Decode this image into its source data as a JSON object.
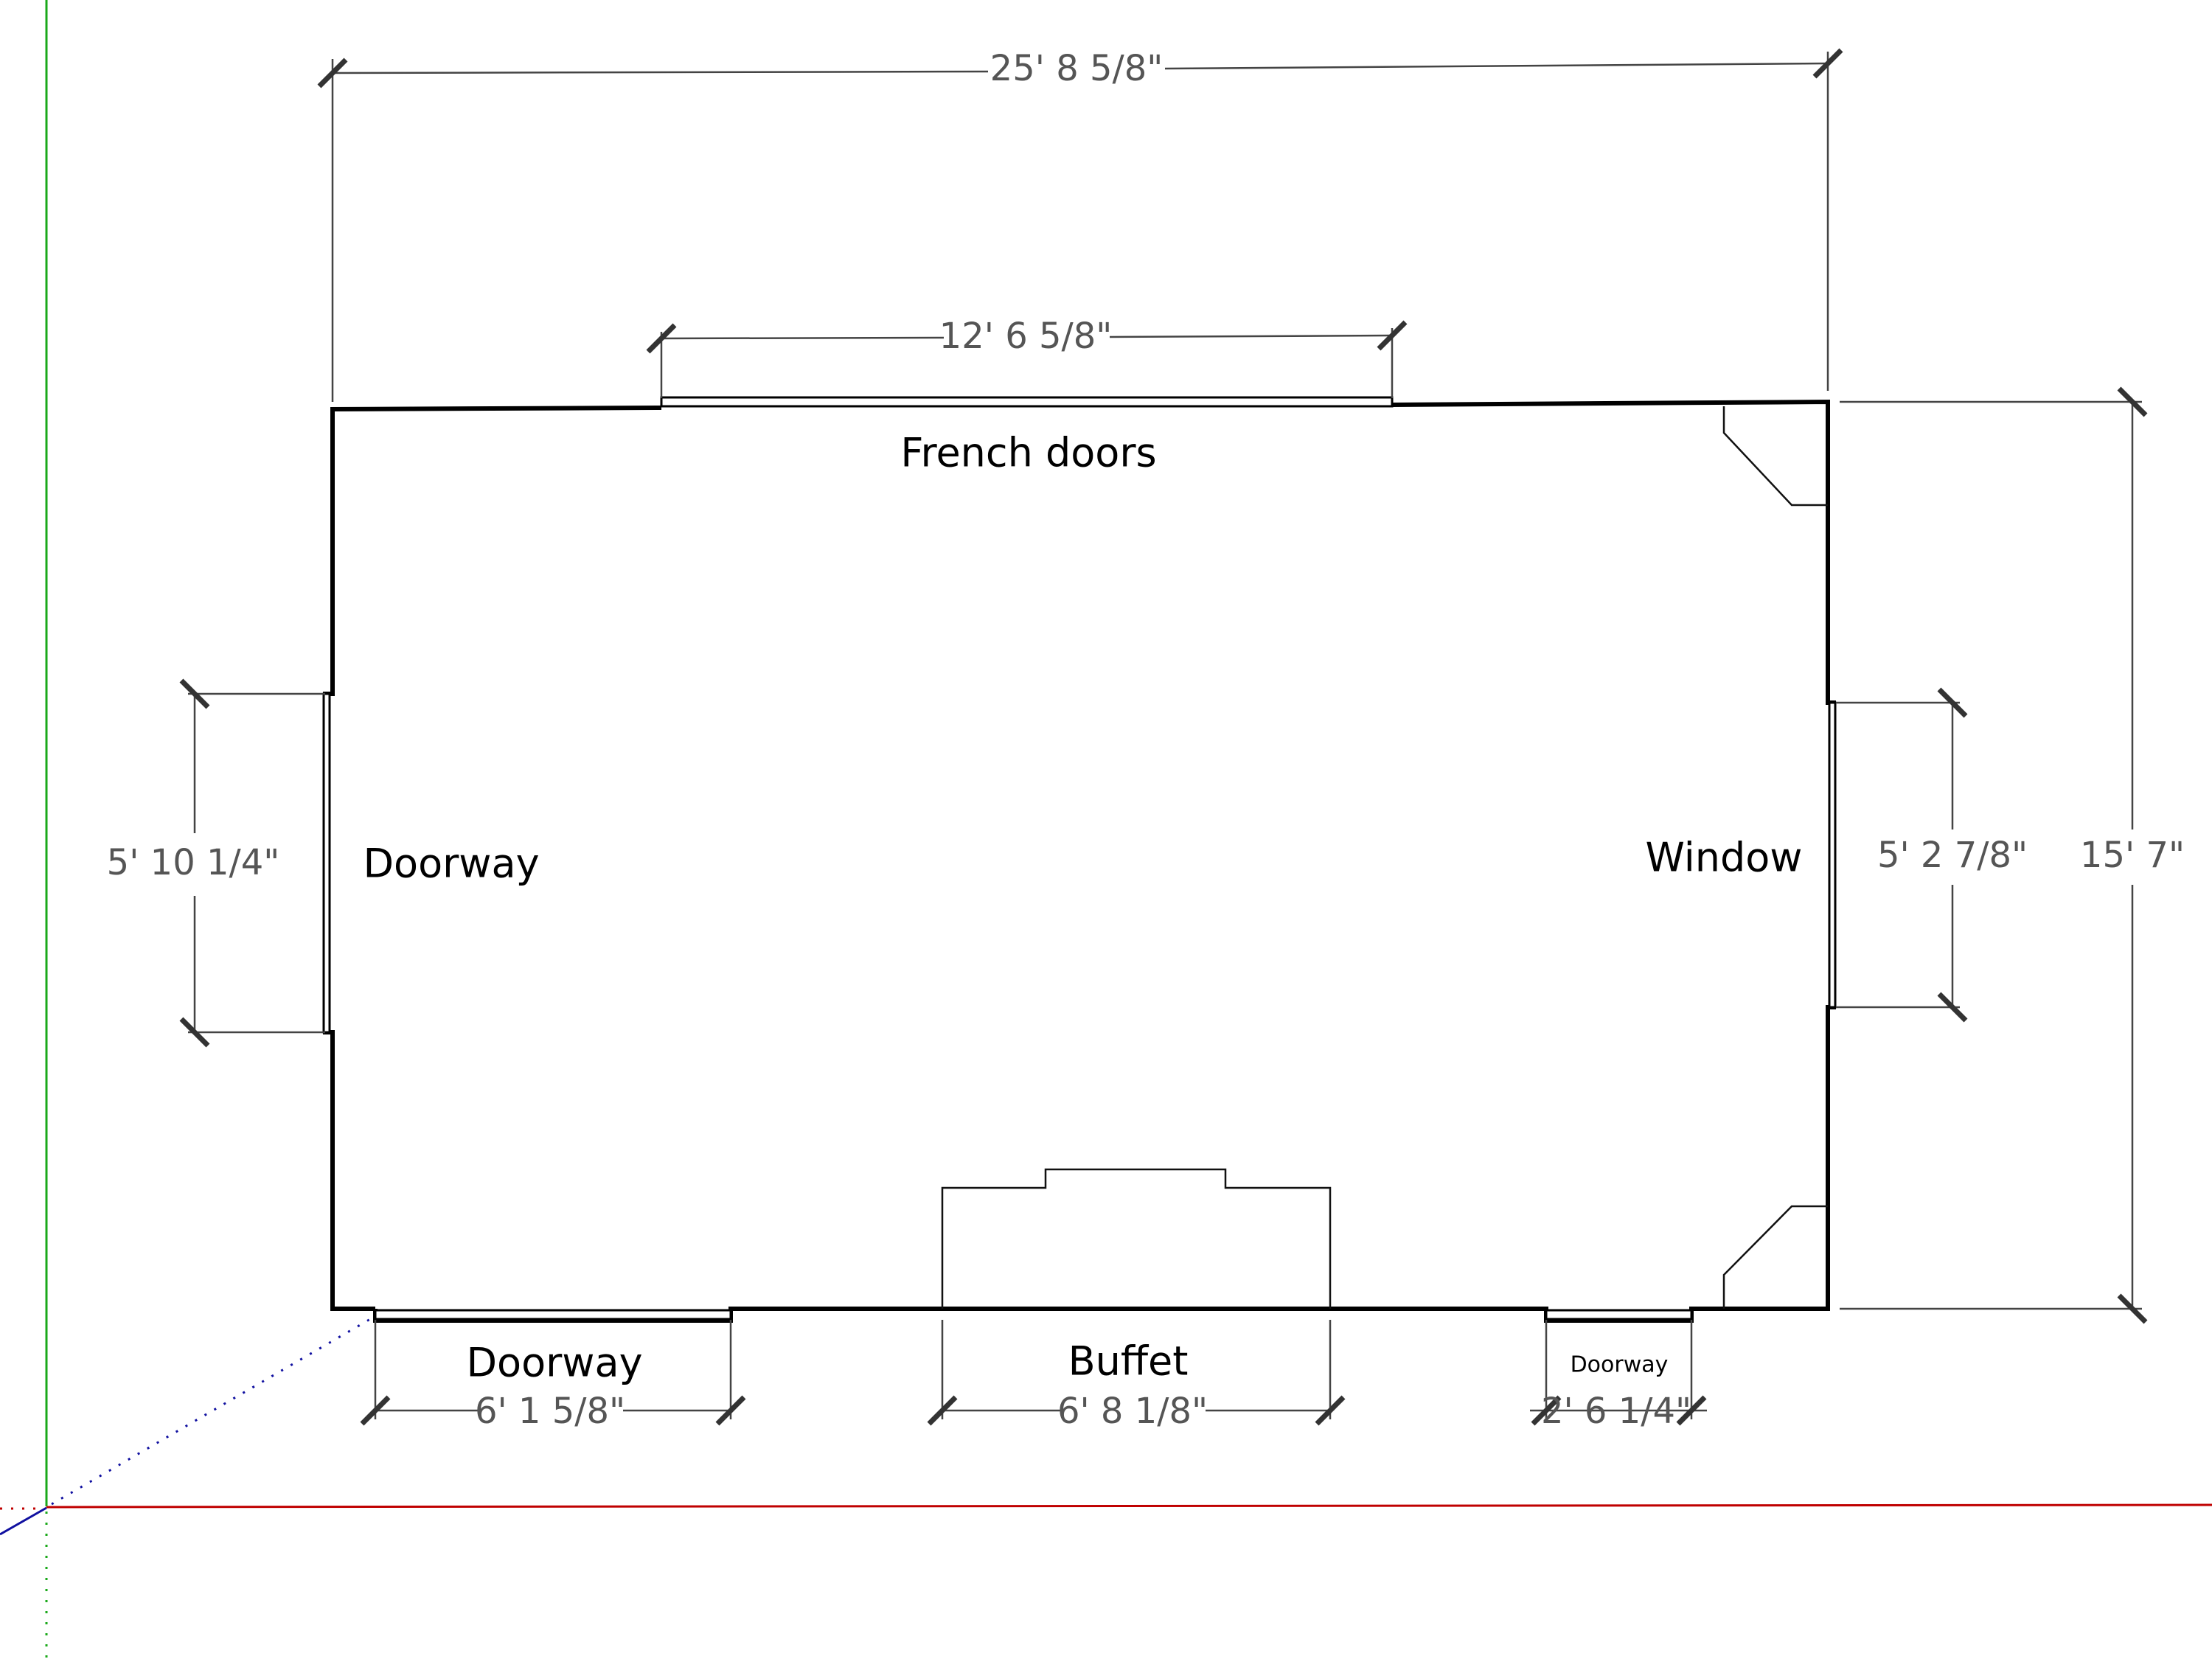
{
  "dimensions": {
    "overall_width": "25' 8 5/8\"",
    "french_doors": "12' 6 5/8\"",
    "left_doorway": "5' 10 1/4\"",
    "window": "5' 2 7/8\"",
    "overall_depth": "15' 7\"",
    "bottom_doorway": "6' 1 5/8\"",
    "buffet": "6' 8 1/8\"",
    "small_doorway": "2' 6 1/4\""
  },
  "labels": {
    "french_doors": "French doors",
    "left_doorway": "Doorway",
    "window": "Window",
    "bottom_doorway": "Doorway",
    "buffet": "Buffet",
    "small_doorway": "Doorway"
  },
  "colors": {
    "x_axis": "#c00000",
    "y_axis": "#1aa81a",
    "z_axis": "#1010a0"
  }
}
